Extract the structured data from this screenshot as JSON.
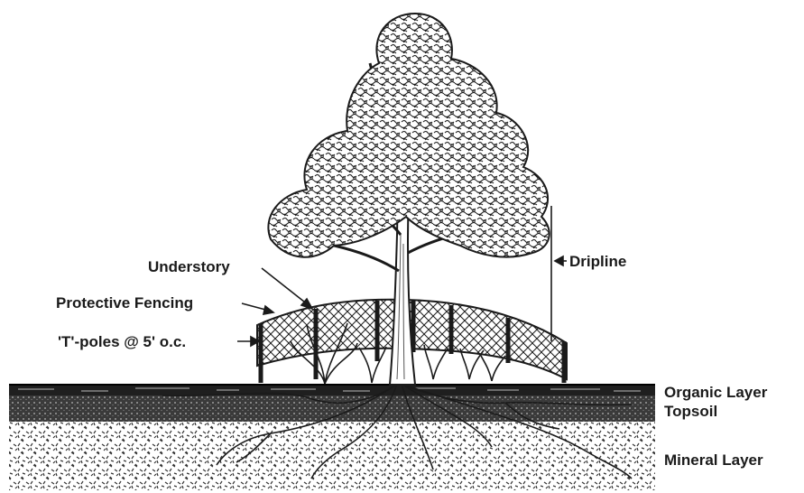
{
  "labels": {
    "understory": "Understory",
    "protective_fencing": "Protective Fencing",
    "t_poles": "'T'-poles @ 5' o.c.",
    "dripline": "Dripline",
    "organic_layer": "Organic Layer",
    "topsoil": "Topsoil",
    "mineral_layer": "Mineral Layer"
  },
  "colors": {
    "ink": "#1a1a1a",
    "paper": "#ffffff",
    "topsoil": "#2b2b2b"
  }
}
